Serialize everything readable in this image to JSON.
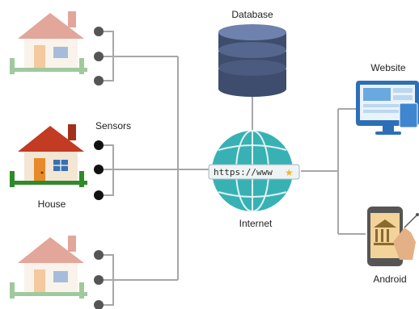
{
  "labels": {
    "database": "Database",
    "sensors": "Sensors",
    "house": "House",
    "internet": "Internet",
    "website": "Website",
    "android": "Android",
    "url": "https://www"
  },
  "colors": {
    "line": "#a7a7a7",
    "sensor_dot": "#111111",
    "sensor_dot_faded": "#555555",
    "roof_active": "#c23b22",
    "roof_faded": "#e6b3ad",
    "door": "#e98a2a",
    "window": "#3a6fb0",
    "fence_active": "#2f8a2a",
    "fence_faded": "#a9cf9a",
    "globe": "#38b1b4",
    "globe_dark": "#1f7f86",
    "database": "#4b5b7f",
    "database_top": "#6f82ad",
    "monitor": "#3f86d0",
    "phone": "#555555",
    "hand": "#e4b186"
  },
  "icons": {
    "houses": [
      "house-faded-icon",
      "house-icon",
      "house-faded-icon"
    ],
    "database": "database-icon",
    "internet": "globe-icon",
    "website": "monitor-icon",
    "android": "phone-icon",
    "star": "star-icon"
  }
}
